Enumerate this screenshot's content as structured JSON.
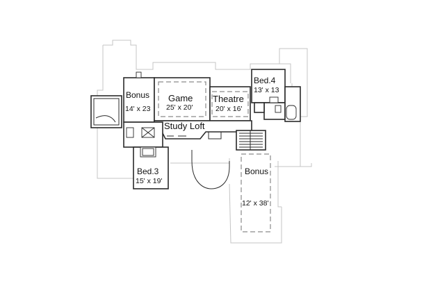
{
  "rooms": {
    "bonus_left": {
      "name": "Bonus",
      "size": "14' x 23"
    },
    "game": {
      "name": "Game",
      "size": "25' x 20'"
    },
    "theatre": {
      "name": "Theatre",
      "size": "20' x 16'"
    },
    "bed4": {
      "name": "Bed.4",
      "size": "13' x 13"
    },
    "study_loft": {
      "name": "Study Loft"
    },
    "bed3": {
      "name": "Bed.3",
      "size": "15' x 19'"
    },
    "bonus_right": {
      "name": "Bonus",
      "size": "12' x 38'"
    }
  }
}
